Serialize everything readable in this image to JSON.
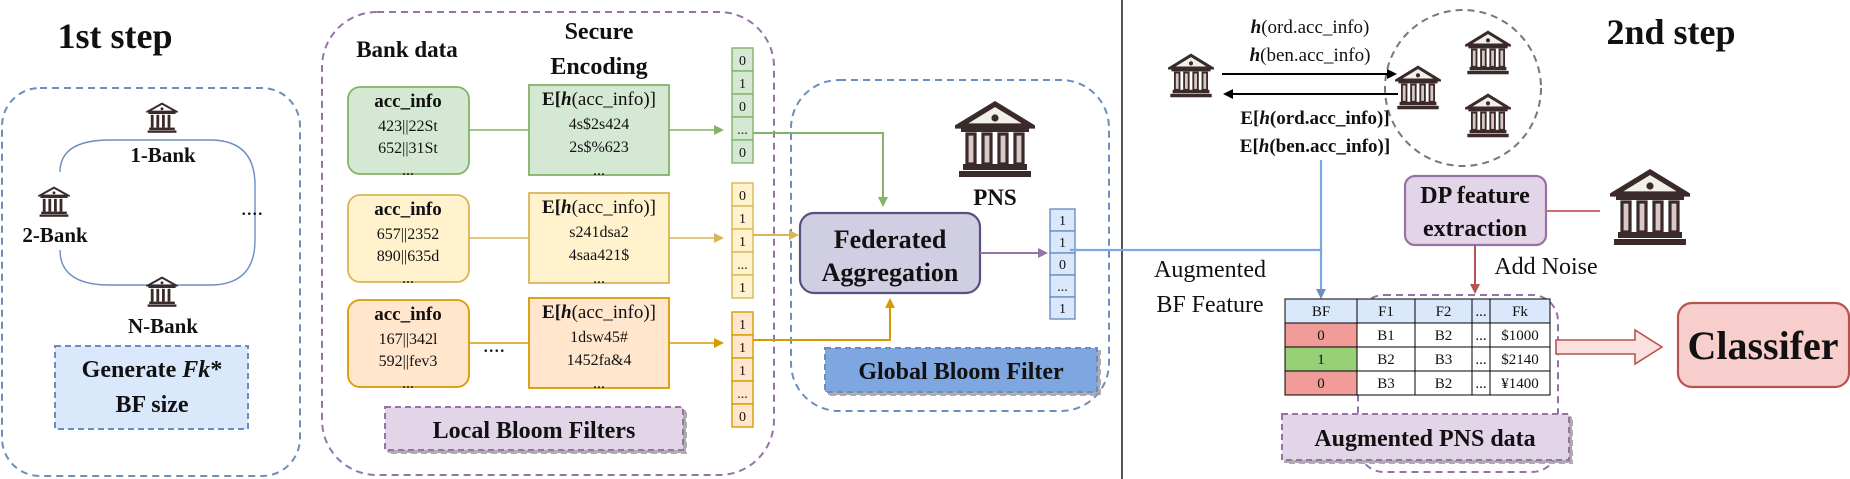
{
  "step1": {
    "title": "1st step",
    "banks": [
      "1-Bank",
      "2-Bank",
      "N-Bank"
    ],
    "more": "....",
    "generate_line1_a": "Generate ",
    "generate_line1_b": "Fk",
    "generate_line1_c": "*",
    "generate_line2": "BF size"
  },
  "local": {
    "bank_data_label": "Bank data",
    "secure_label_1": "Secure",
    "secure_label_2": "Encoding",
    "banks": [
      {
        "header": "acc_info",
        "rows": [
          "423||22St",
          "652||31St",
          "..."
        ],
        "enc_rows": [
          "4s$2s424",
          "2s$%623",
          "..."
        ],
        "bits": [
          "0",
          "1",
          "0",
          "...",
          "0"
        ],
        "fill": "#d5e8d4",
        "stroke": "#82b366",
        "arrow": "#82b366"
      },
      {
        "header": "acc_info",
        "rows": [
          "657||2352",
          "890||635d",
          "..."
        ],
        "enc_rows": [
          "s241dsa2",
          "4saa421$",
          "..."
        ],
        "bits": [
          "0",
          "1",
          "1",
          "...",
          "1"
        ],
        "fill": "#fff2cc",
        "stroke": "#d6b656",
        "arrow": "#d6b656"
      },
      {
        "header": "acc_info",
        "rows": [
          "167||342l",
          "592||fev3",
          "..."
        ],
        "enc_rows": [
          "1dsw45#",
          "1452fa&4",
          "..."
        ],
        "bits": [
          "1",
          "1",
          "1",
          "...",
          "0"
        ],
        "fill": "#ffe6cc",
        "stroke": "#d79b00",
        "arrow": "#d79b00"
      }
    ],
    "enc_header_a": "E[",
    "enc_header_h": "h",
    "enc_header_b": "(acc_info)]",
    "mid_dots": "....",
    "footer": "Local Bloom Filters"
  },
  "global": {
    "pns_label": "PNS",
    "fed_line1": "Federated",
    "fed_line2": "Aggregation",
    "bits": [
      "1",
      "1",
      "0",
      "...",
      "1"
    ],
    "footer": "Global Bloom Filter"
  },
  "step2": {
    "title": "2nd step",
    "msg_top_1_h": "h",
    "msg_top_1": "(ord.acc_info)",
    "msg_top_2_h": "h",
    "msg_top_2": "(ben.acc_info)",
    "msg_bot_1_a": "E[",
    "msg_bot_1_h": "h",
    "msg_bot_1_b": "(ord.acc_info)]",
    "msg_bot_2_a": "E[",
    "msg_bot_2_h": "h",
    "msg_bot_2_b": "(ben.acc_info)]",
    "aug_bf_1": "Augmented",
    "aug_bf_2": "BF Feature",
    "dp_1": "DP feature",
    "dp_2": "extraction",
    "add_noise": "Add Noise",
    "table": {
      "headers": [
        "BF",
        "F1",
        "F2",
        "...",
        "Fk"
      ],
      "rows": [
        [
          "0",
          "B1",
          "B2",
          "...",
          "$1000"
        ],
        [
          "1",
          "B2",
          "B3",
          "...",
          "$2140"
        ],
        [
          "0",
          "B3",
          "B2",
          "...",
          "¥1400"
        ]
      ],
      "bf_colors": [
        "#f19c99",
        "#97d077",
        "#f19c99"
      ]
    },
    "classifier": "Classifer",
    "footer": "Augmented PNS data"
  },
  "colors": {
    "blue_dash": "#6c8ebf",
    "purple_dash": "#9673a6",
    "fed_fill": "#d0cee2",
    "fed_stroke": "#56517e",
    "bf_blue_fill": "#dae8fc",
    "footer_blue": "#7ea6e0",
    "footer_purple_fill": "#e1d5e7",
    "dp_fill": "#e1d5e7",
    "red_line": "#d06b6b",
    "blue_line": "#7ea6e0",
    "purple_line": "#9673a6",
    "classifier_fill": "#f8cecc",
    "classifier_stroke": "#b85450"
  }
}
